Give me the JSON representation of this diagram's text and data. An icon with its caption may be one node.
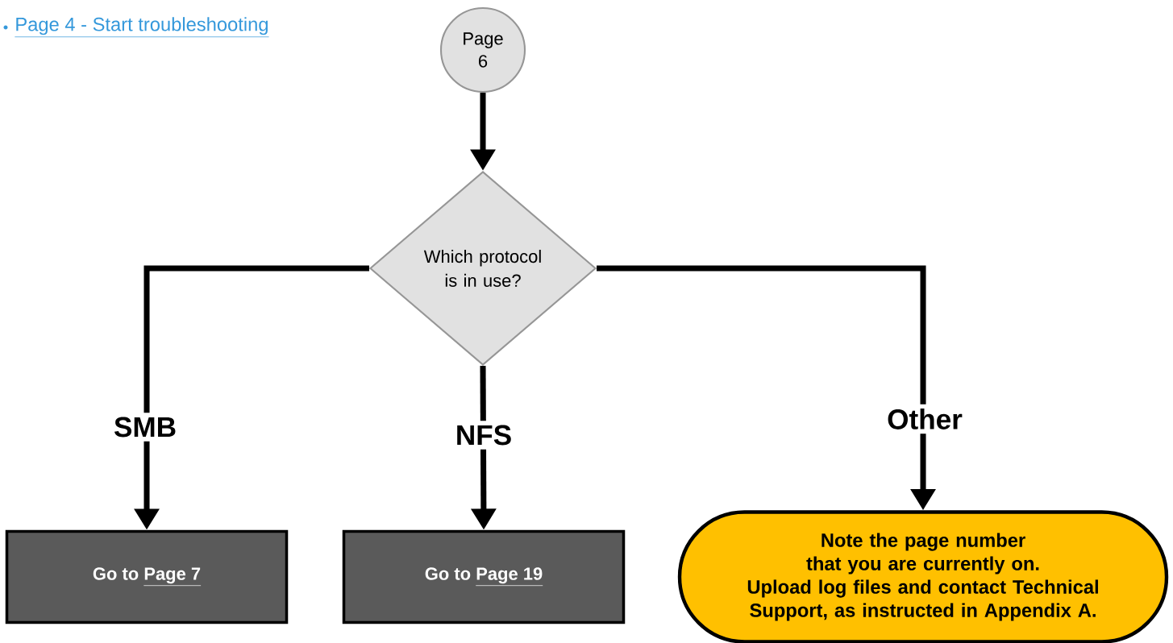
{
  "diagram": {
    "nodes": [
      {
        "text": [
          "Page 6"
        ]
      },
      {
        "text": [
          "Which protocol is in use?"
        ]
      },
      {
        "text": [
          "Go to",
          "Page 7"
        ]
      },
      {
        "text": [
          "Go to",
          "Page 19"
        ]
      },
      {
        "text": [
          "Note the page number that you are currently on.",
          "Upload log files and contact Technical Support, as instructed in Appendix A."
        ]
      }
    ],
    "edges": [
      {
        "from": 0,
        "to": 1,
        "arrow": "to"
      },
      {
        "from": 1,
        "to": 2,
        "arrow": "to",
        "label": "SMB"
      },
      {
        "from": 1,
        "to": 3,
        "arrow": "to",
        "label": "NFS"
      },
      {
        "from": 1,
        "to": 4,
        "arrow": "to",
        "label": "Other"
      }
    ],
    "labels": [
      "Page 4 - Start troubleshooting"
    ]
  }
}
